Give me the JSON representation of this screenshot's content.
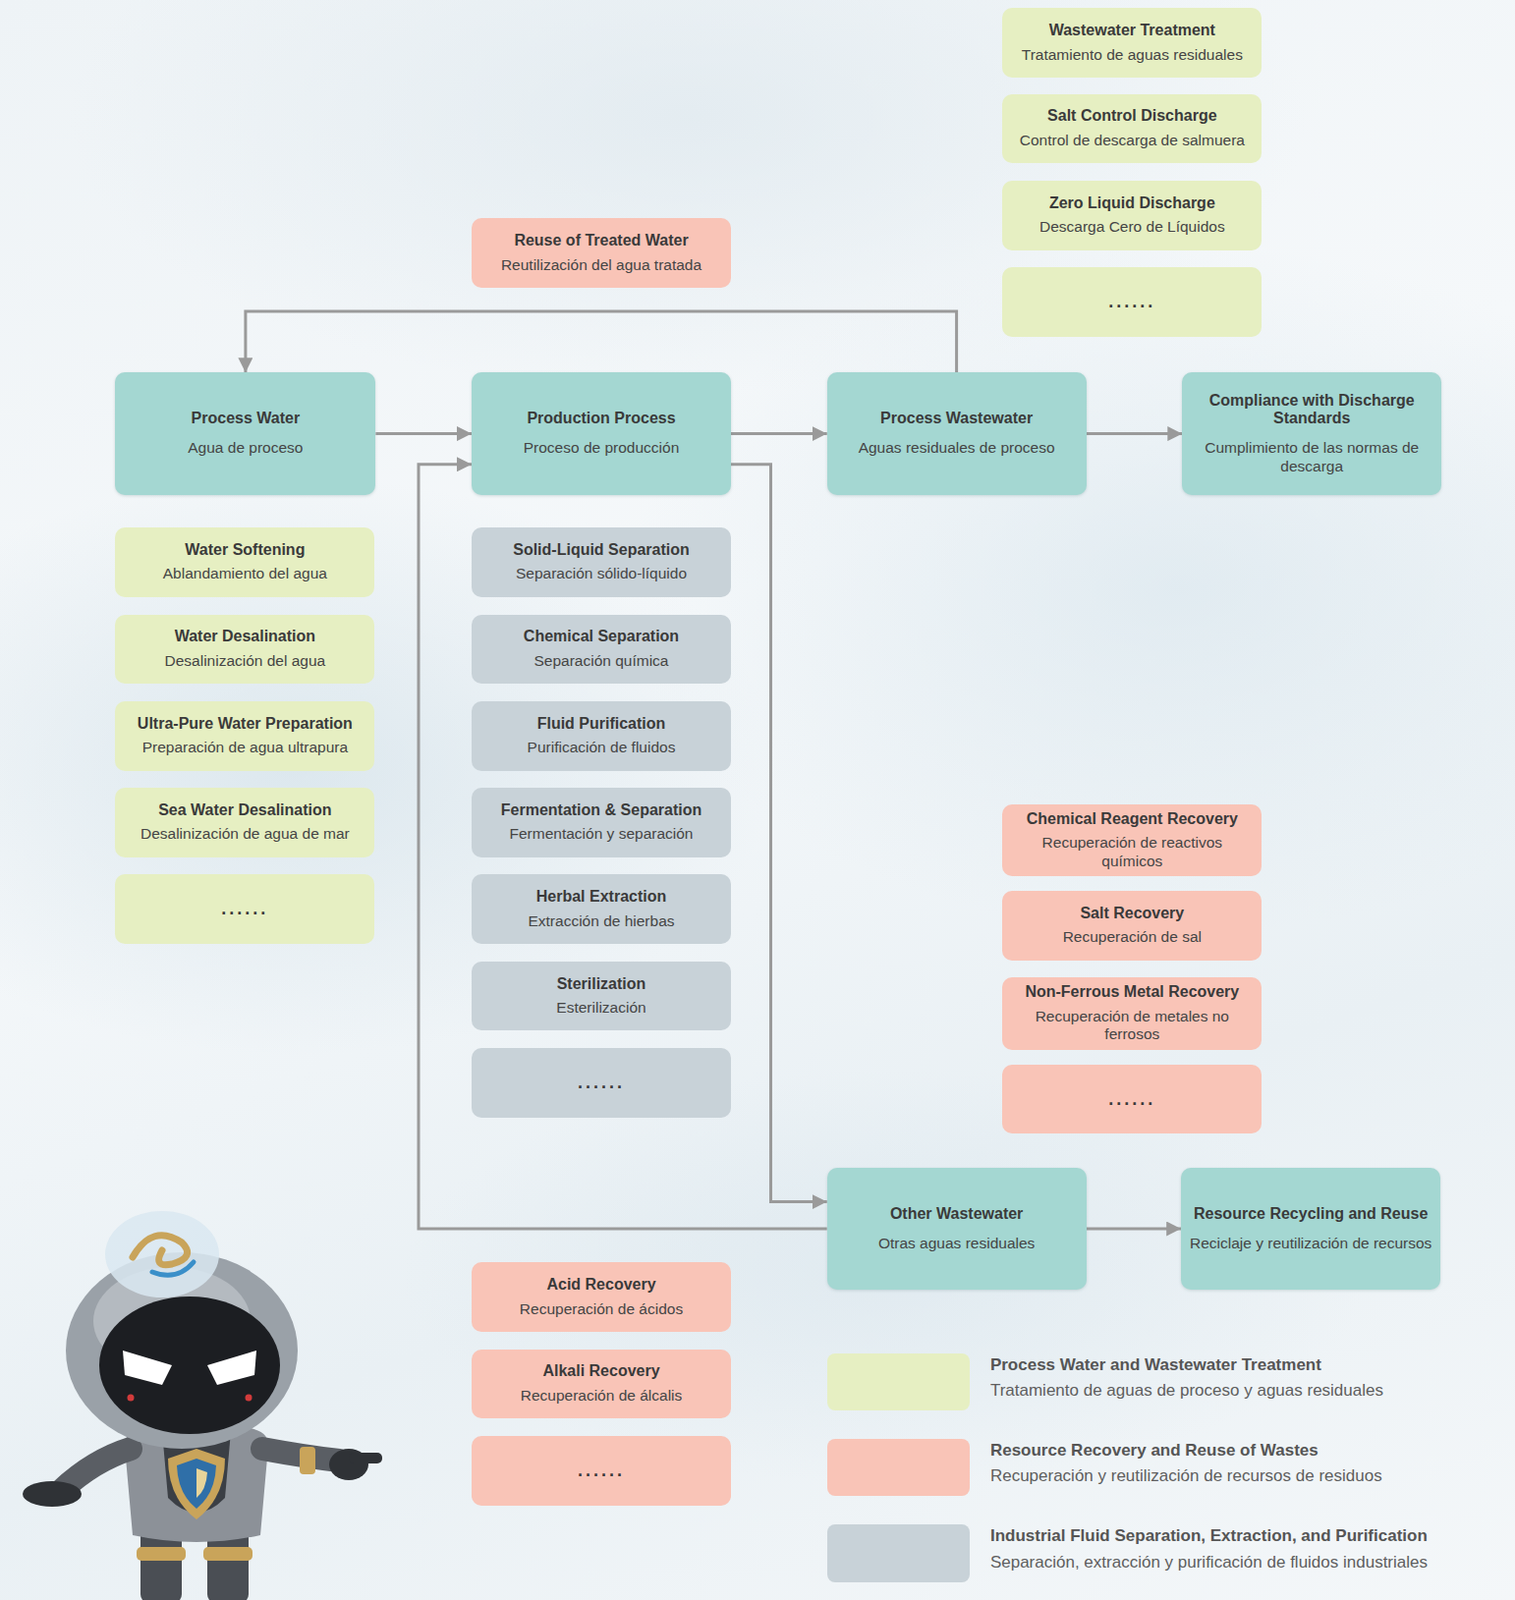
{
  "diagram": {
    "nodes": [
      {
        "text": [
          "Wastewater Treatment",
          "Tratamiento de aguas residuales"
        ]
      },
      {
        "text": [
          "Salt Control Discharge",
          "Control de descarga de salmuera"
        ]
      },
      {
        "text": [
          "Zero Liquid Discharge",
          "Descarga Cero de Líquidos"
        ]
      },
      {
        "text": [
          "......"
        ]
      },
      {
        "text": [
          "Reuse of Treated Water",
          "Reutilización del agua tratada"
        ]
      },
      {
        "text": [
          "Process Water",
          "Agua de proceso"
        ]
      },
      {
        "text": [
          "Production Process",
          "Proceso de producción"
        ]
      },
      {
        "text": [
          "Process Wastewater",
          "Aguas residuales de proceso"
        ]
      },
      {
        "text": [
          "Compliance with Discharge Standards",
          "Cumplimiento de las normas de descarga"
        ]
      },
      {
        "text": [
          "Water Softening",
          "Ablandamiento del agua"
        ]
      },
      {
        "text": [
          "Water Desalination",
          "Desalinización del agua"
        ]
      },
      {
        "text": [
          "Ultra-Pure Water Preparation",
          "Preparación de agua ultrapura"
        ]
      },
      {
        "text": [
          "Sea Water Desalination",
          "Desalinización de agua de mar"
        ]
      },
      {
        "text": [
          "......"
        ]
      },
      {
        "text": [
          "Solid-Liquid Separation",
          "Separación sólido-líquido"
        ]
      },
      {
        "text": [
          "Chemical Separation",
          "Separación química"
        ]
      },
      {
        "text": [
          "Fluid Purification",
          "Purificación de fluidos"
        ]
      },
      {
        "text": [
          "Fermentation & Separation",
          "Fermentación y separación"
        ]
      },
      {
        "text": [
          "Herbal Extraction",
          "Extracción de hierbas"
        ]
      },
      {
        "text": [
          "Sterilization",
          "Esterilización"
        ]
      },
      {
        "text": [
          "......"
        ]
      },
      {
        "text": [
          "Chemical Reagent Recovery",
          "Recuperación de reactivos químicos"
        ]
      },
      {
        "text": [
          "Salt Recovery",
          "Recuperación de sal"
        ]
      },
      {
        "text": [
          "Non-Ferrous Metal Recovery",
          "Recuperación de metales no ferrosos"
        ]
      },
      {
        "text": [
          "......"
        ]
      },
      {
        "text": [
          "Other Wastewater",
          "Otras aguas residuales"
        ]
      },
      {
        "text": [
          "Resource Recycling and Reuse",
          "Reciclaje y reutilización de recursos"
        ]
      },
      {
        "text": [
          "Acid Recovery",
          "Recuperación de ácidos"
        ]
      },
      {
        "text": [
          "Alkali Recovery",
          "Recuperación de álcalis"
        ]
      },
      {
        "text": [
          "......"
        ]
      }
    ],
    "edges": [
      {
        "from": 5,
        "to": 6,
        "arrow": "to"
      },
      {
        "from": 6,
        "to": 7,
        "arrow": "to"
      },
      {
        "from": 7,
        "to": 8,
        "arrow": "to"
      },
      {
        "from": 7,
        "to": 5,
        "arrow": "to"
      },
      {
        "from": 6,
        "to": 25,
        "arrow": "to"
      },
      {
        "from": 25,
        "to": 6,
        "arrow": "to"
      },
      {
        "from": 25,
        "to": 26,
        "arrow": "to"
      }
    ],
    "labels": [
      "Tratamiento de aguas de proceso y aguas residuales",
      "Recuperación y reutilización de recursos de residuos",
      "Separación, extracción y purificación de fluidos industriales"
    ],
    "legend": [
      {
        "text": "Process Water and Wastewater Treatment",
        "color": "#e6efc2"
      },
      {
        "text": "Resource Recovery and Reuse of Wastes",
        "color": "#f9c4b7"
      },
      {
        "text": "Industrial Fluid Separation, Extraction, and Purification",
        "color": "#c8d2d8"
      }
    ]
  }
}
